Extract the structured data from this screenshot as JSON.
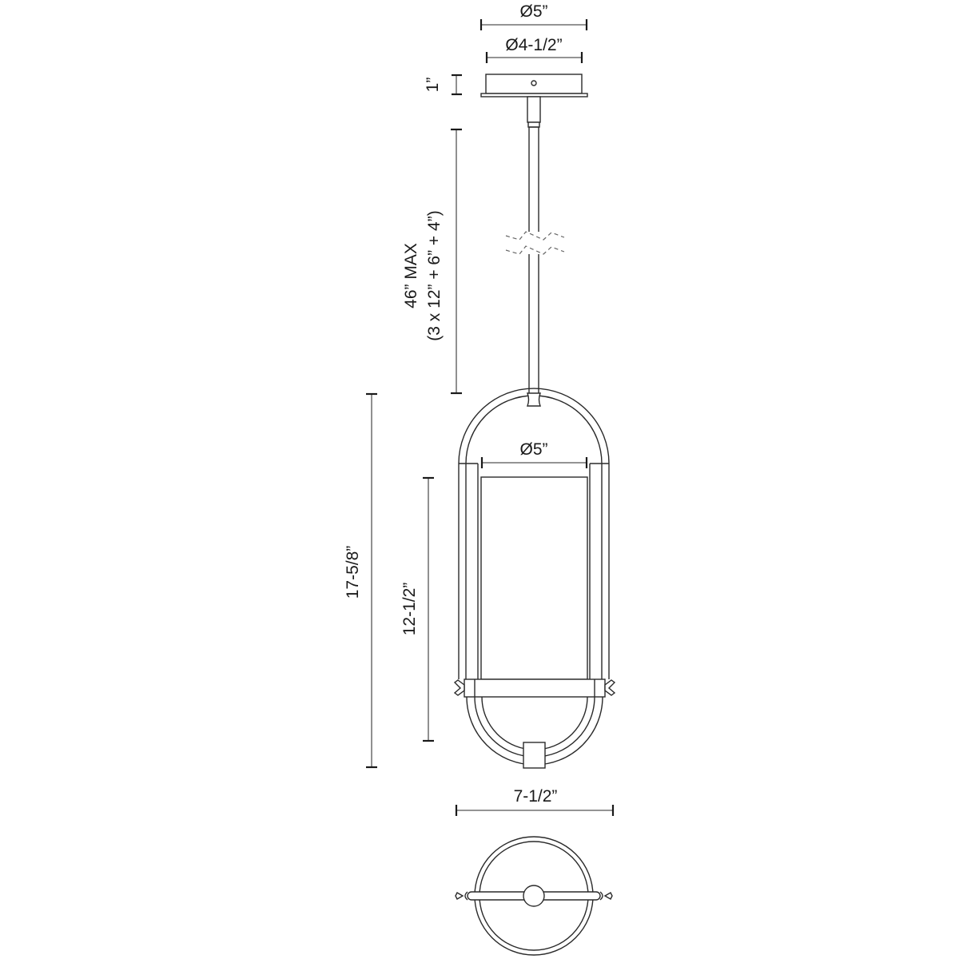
{
  "drawing": {
    "title": "Pendant light dimension drawing",
    "dimensions": {
      "canopy_outer_diameter": "Ø5”",
      "canopy_inner_diameter": "Ø4-1/2”",
      "canopy_height": "1”",
      "stem_length_max": "46” MAX",
      "stem_composition": "(3 x 12” + 6” + 4”)",
      "overall_fixture_height": "17-5/8”",
      "shade_height": "12-1/2”",
      "shade_diameter": "Ø5”",
      "fixture_width": "7-1/2”"
    },
    "views": [
      "side-elevation",
      "top-plan"
    ]
  }
}
